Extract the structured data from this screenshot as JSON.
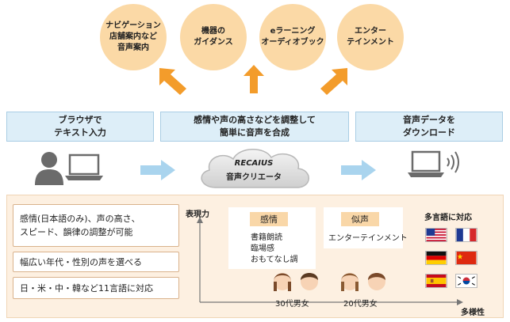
{
  "use_cases": [
    {
      "label": "ナビゲーション\n店舗案内など\n音声案内"
    },
    {
      "label": "機器の\nガイダンス"
    },
    {
      "label": "eラーニング\nオーディオブック"
    },
    {
      "label": "エンター\nテインメント"
    }
  ],
  "steps": [
    {
      "label": "ブラウザで\nテキスト入力"
    },
    {
      "label": "感情や声の高さなどを調整して\n簡単に音声を合成"
    },
    {
      "label": "音声データを\nダウンロード"
    }
  ],
  "cloud": {
    "brand": "RECAIUS",
    "name": "音声クリエータ"
  },
  "features": [
    {
      "label": "感情(日本語のみ)、声の高さ、\nスピード、韻律の調整が可能"
    },
    {
      "label": "幅広い年代・性別の声を選べる"
    },
    {
      "label": "日・米・中・韓など11言語に対応"
    }
  ],
  "graph": {
    "ylabel": "表現力",
    "xlabel": "多様性",
    "emotion": {
      "tag": "感情",
      "items": [
        "書籍朗読",
        "臨場感",
        "おもてなし調"
      ]
    },
    "imitation": {
      "tag": "似声",
      "items": [
        "エンターテインメント"
      ]
    },
    "age_30": "30代男女",
    "age_20": "20代男女"
  },
  "languages": {
    "title": "多言語に対応",
    "flags": [
      "us-flag",
      "fr-flag",
      "de-flag",
      "cn-flag",
      "es-flag",
      "kr-flag"
    ]
  },
  "colors": {
    "circle": "#fbd9a6",
    "arrow_up": "#f39c2b",
    "step_box": "#ddeef8",
    "flow_arrow": "#a9d4ee",
    "panel_bg": "#fdf0e1",
    "tag": "#f9d7a8"
  }
}
